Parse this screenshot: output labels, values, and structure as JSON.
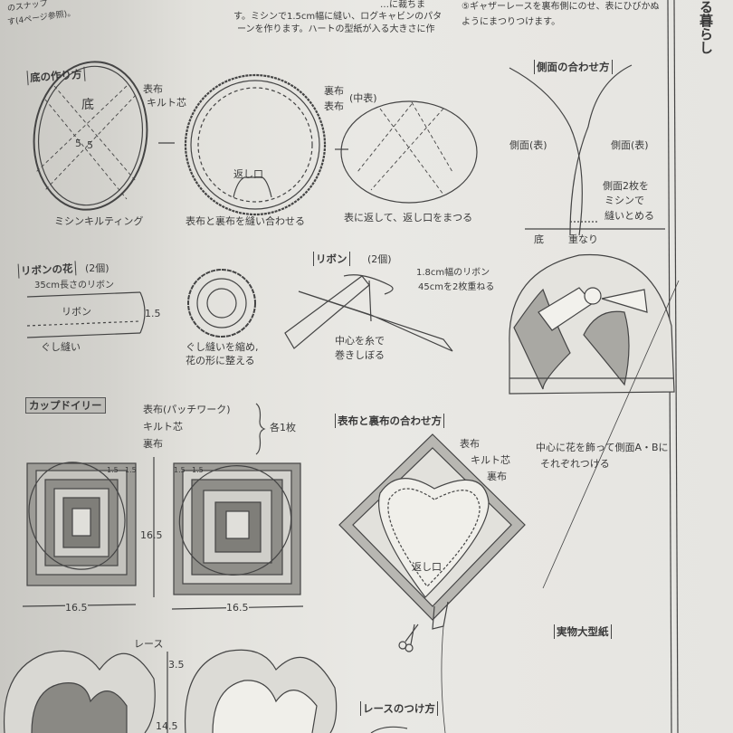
{
  "intro": {
    "left_line1": "のスナップ",
    "left_line2": "す(4ページ参照)。",
    "mid_line1": "す。ミシンで1.5cm幅に縫い、ログキャビンのパタ",
    "mid_line0": "…に裁ちま",
    "mid_line2": "ーンを作ります。ハートの型紙が入る大きさに作",
    "right_line1": "⑤ギャザーレースを裏布側にのせ、表にひびかぬ",
    "right_line2": "ようにまつりつけます。",
    "running_title": "る暮らし"
  },
  "bottom_section": {
    "title": "底の作り方",
    "labels": [
      "表布",
      "キルト芯",
      "底",
      "5",
      "5",
      "ミシンキルティング",
      "裏布",
      "(中表)",
      "表布",
      "返し口",
      "表布と裏布を縫い合わせる",
      "表に返して、返し口をまつる"
    ]
  },
  "side_section": {
    "title": "側面の合わせ方",
    "labels": [
      "側面(表)",
      "側面(表)",
      "側面2枚を",
      "ミシンで",
      "縫いとめる",
      "底",
      "重なり"
    ]
  },
  "flower_section": {
    "title": "リボンの花",
    "count": "(2個)",
    "labels": [
      "35cm長さのリボン",
      "リボン",
      "1.5",
      "ぐし縫い",
      "ぐし縫いを縮め,",
      "花の形に整える"
    ]
  },
  "ribbon_section": {
    "title": "リボン",
    "count": "(2個)",
    "labels": [
      "1.8cm幅のリボン",
      "45cmを2枚重ねる",
      "中心を糸で",
      "巻きしぼる"
    ]
  },
  "finished": {
    "labels": [
      "中心に花を飾って側面A・Bに",
      "それぞれつける"
    ]
  },
  "doily_section": {
    "title": "カップドイリー",
    "materials": [
      "表布(パッチワーク)",
      "キルト芯",
      "裏布"
    ],
    "each": "各1枚",
    "dims": [
      "1.5",
      "1.5",
      "1.5",
      "1.5",
      "16.5",
      "16.5",
      "16.5"
    ],
    "lace_labels": [
      "レース",
      "3.5",
      "14.5"
    ]
  },
  "join_section": {
    "title": "表布と裏布の合わせ方",
    "labels": [
      "表布",
      "キルト芯",
      "裏布",
      "返し口"
    ]
  },
  "pattern_label": "実物大型紙",
  "lace_attach_title": "レースのつけ方"
}
